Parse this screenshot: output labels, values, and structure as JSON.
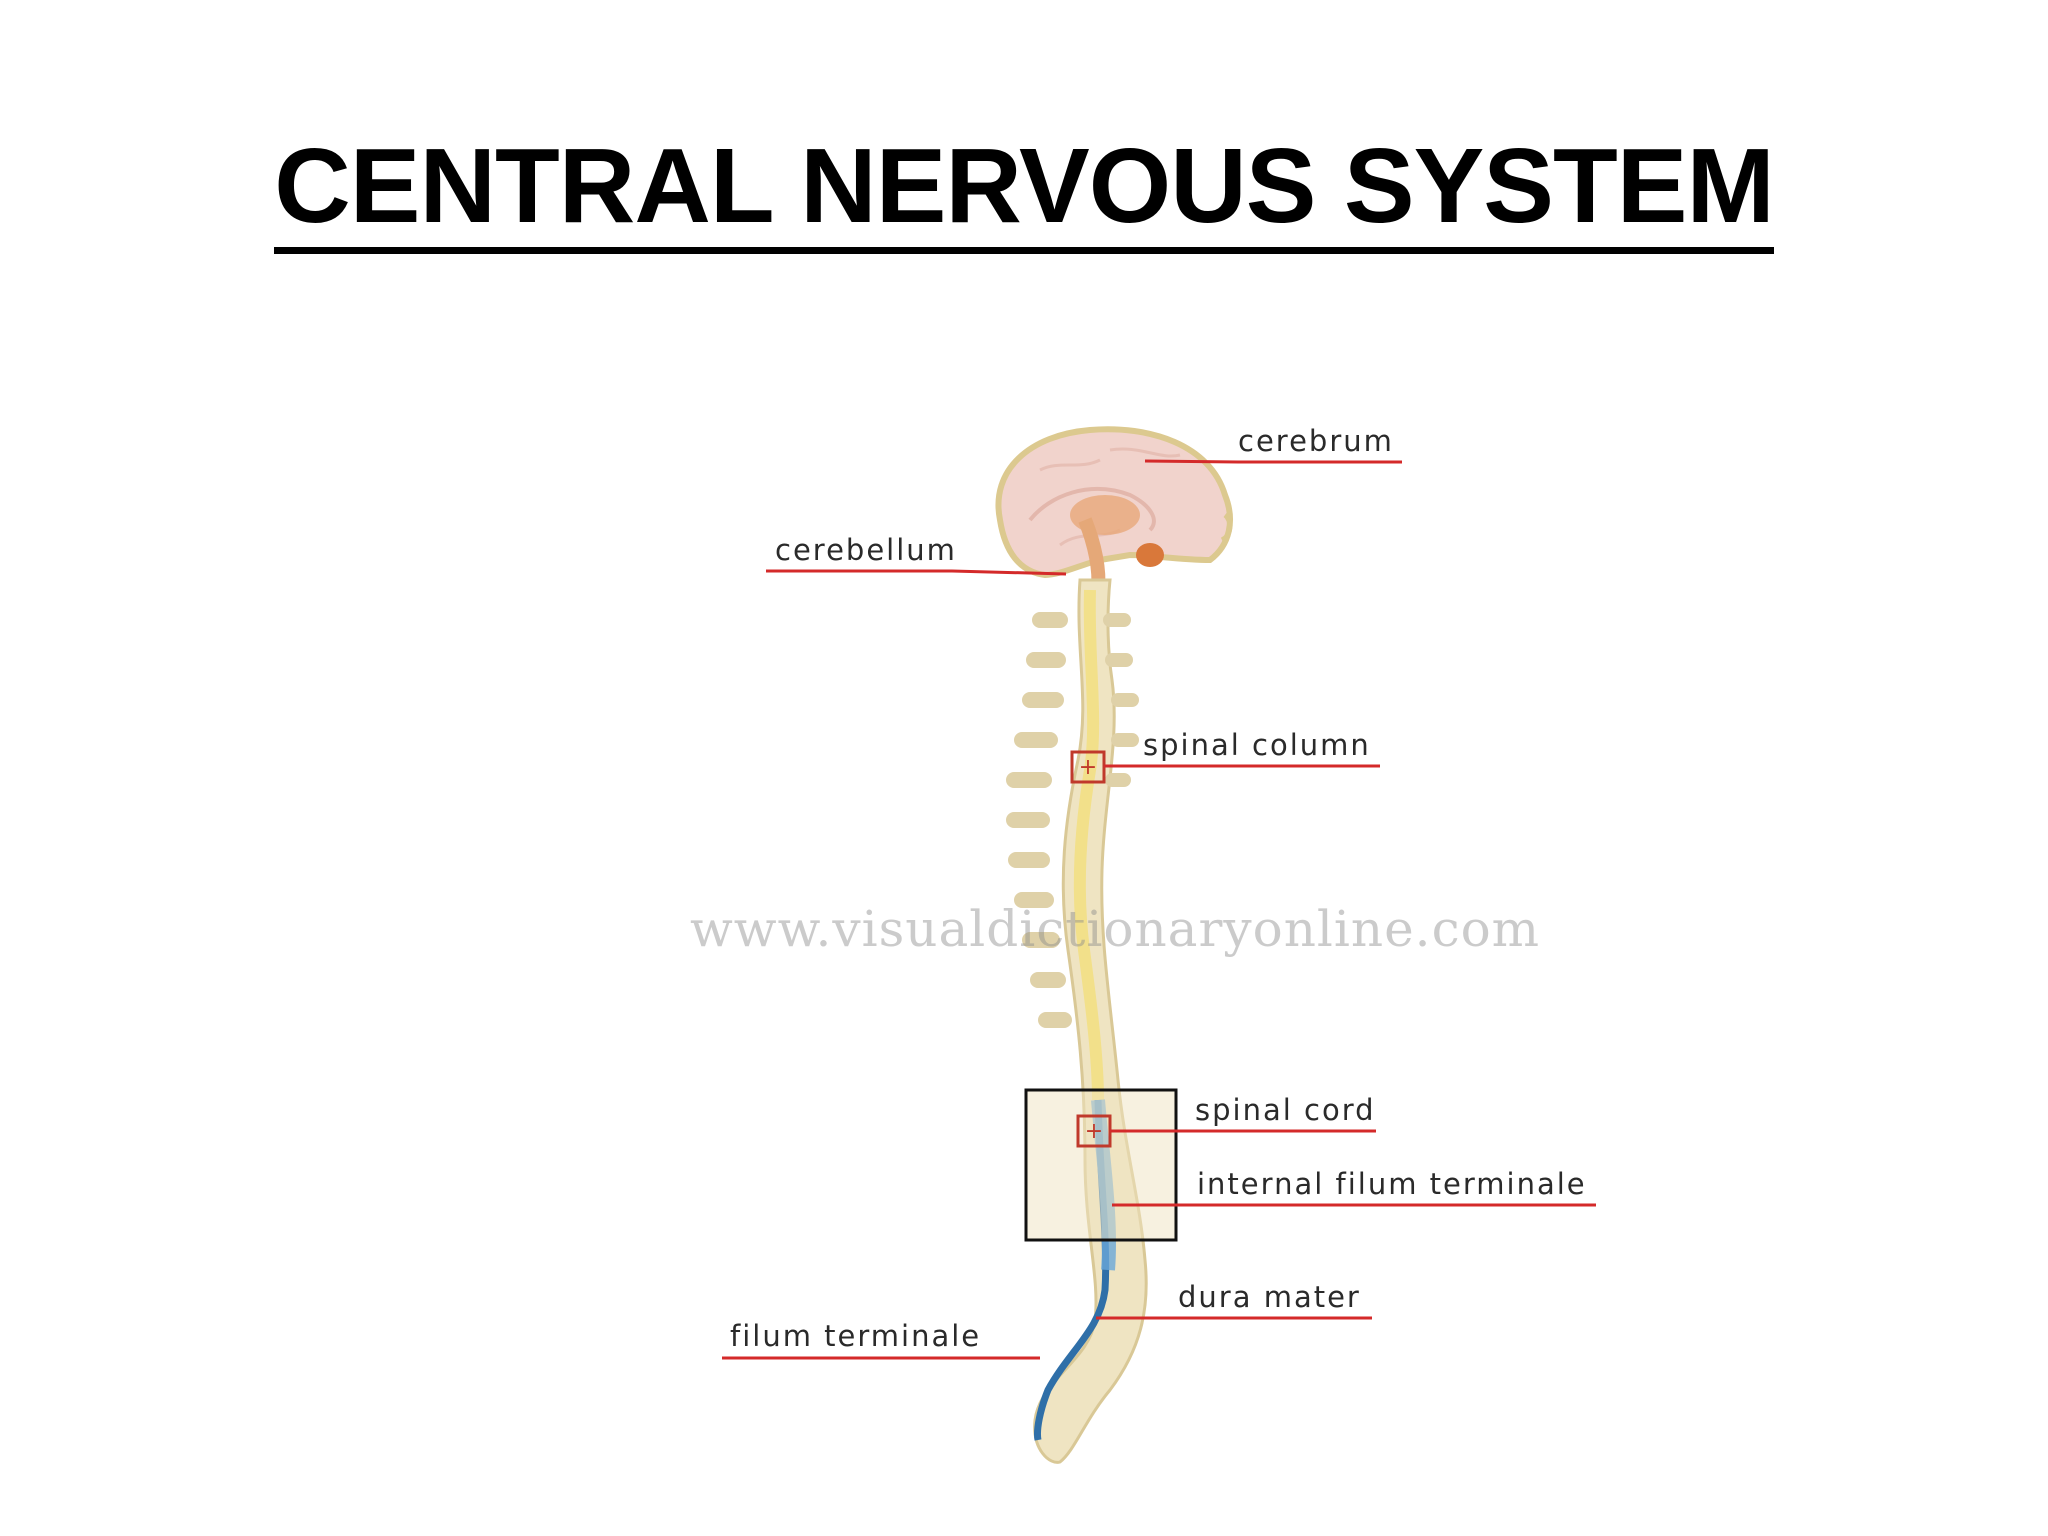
{
  "title": "CENTRAL NERVOUS SYSTEM",
  "labels": {
    "cerebrum": "cerebrum",
    "cerebellum": "cerebellum",
    "spinal_column": "spinal column",
    "spinal_cord": "spinal cord",
    "internal_filum_terminale": "internal filum terminale",
    "dura_mater": "dura mater",
    "filum_terminale": "filum terminale"
  },
  "watermark": "www.visualdictionaryonline.com",
  "colors": {
    "leader_line": "#d42a2a",
    "bone": "#efe4c2",
    "brain": "#f1d3cc",
    "cord": "#f2e08a",
    "filum": "#2f6fa8"
  }
}
